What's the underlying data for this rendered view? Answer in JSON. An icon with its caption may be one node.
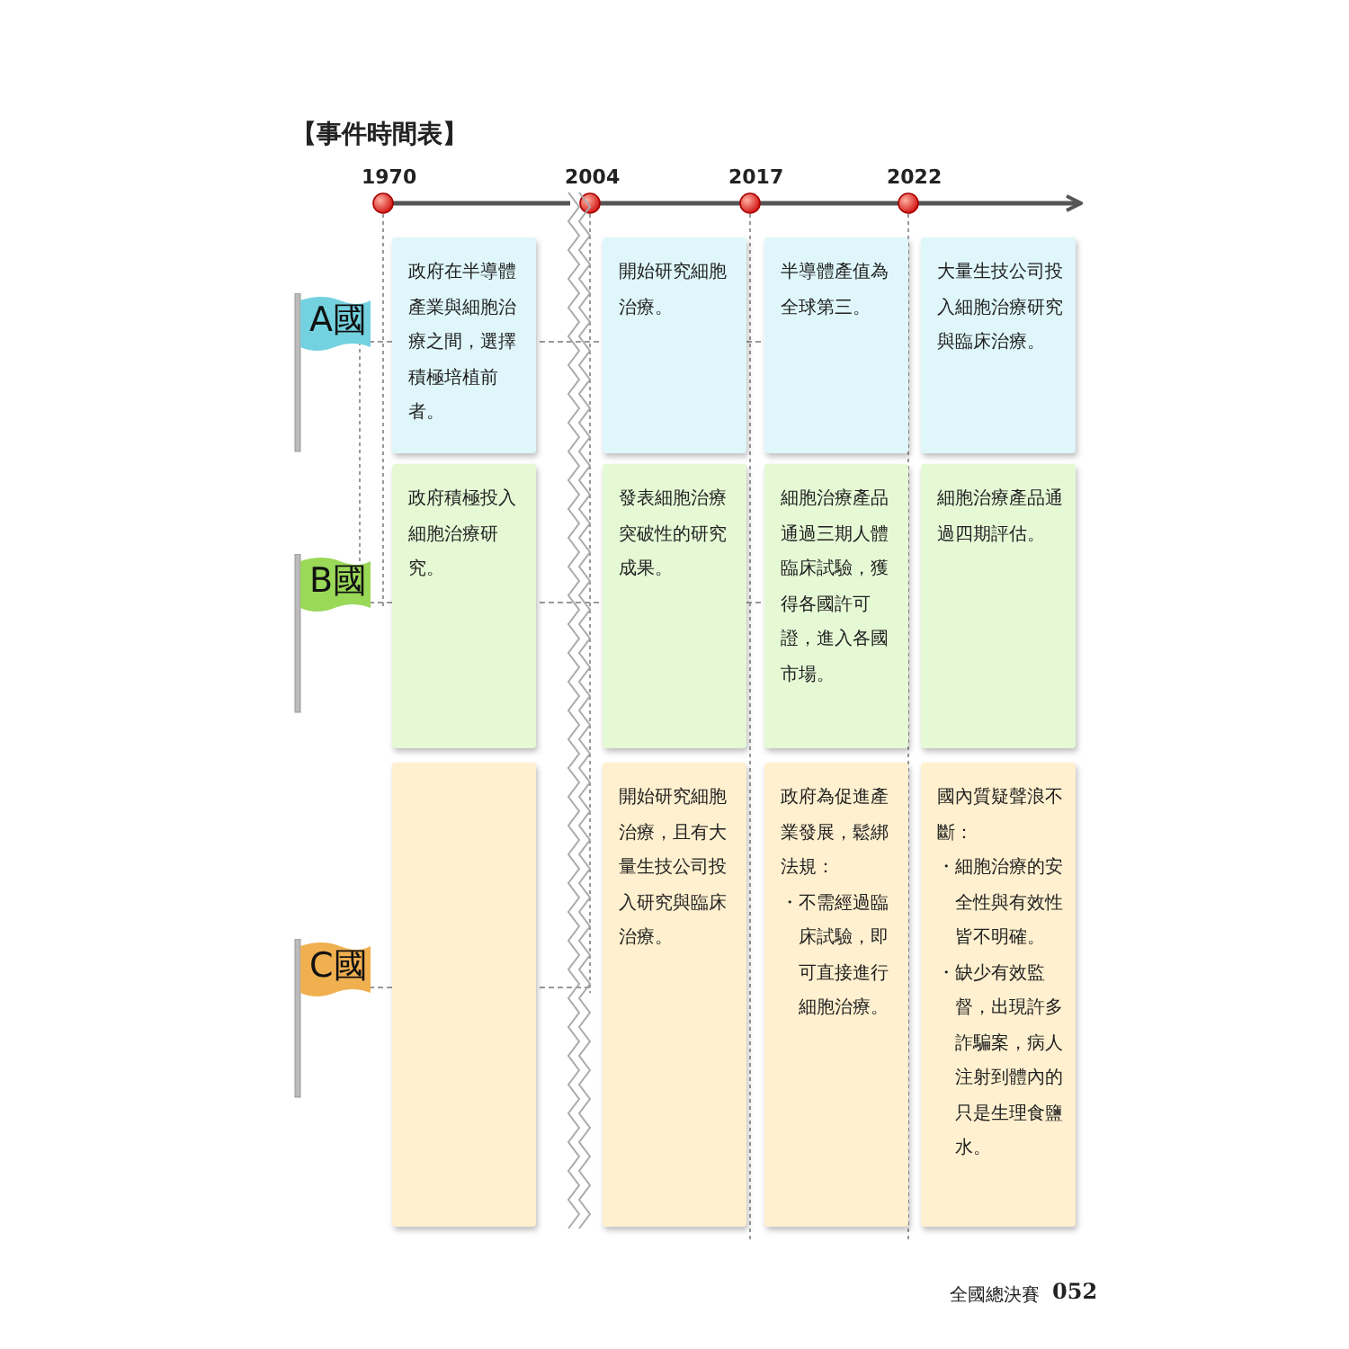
{
  "diagram": {
    "title": "【事件時間表】",
    "nodes": [
      {
        "text": [
          "A國"
        ]
      },
      {
        "text": [
          "B國"
        ]
      },
      {
        "text": [
          "C國"
        ]
      },
      {
        "text": [
          "政府在半導體產業與細胞治療之間，選擇積極培植前者。"
        ]
      },
      {
        "text": [
          "開始研究細胞治療。"
        ]
      },
      {
        "text": [
          "半導體產值為全球第三。"
        ]
      },
      {
        "text": [
          "大量生技公司投入細胞治療研究與臨床治療。"
        ]
      },
      {
        "text": [
          "政府積極投入細胞治療研究。"
        ]
      },
      {
        "text": [
          "發表細胞治療突破性的研究成果。"
        ]
      },
      {
        "text": [
          "細胞治療產品通過三期人體臨床試驗，獲得各國許可證，進入各國市場。"
        ]
      },
      {
        "text": [
          "細胞治療產品通過四期評估。"
        ]
      },
      {
        "text": [],
        "shape": "box"
      },
      {
        "text": [
          "開始研究細胞治療，且有大量生技公司投入研究與臨床治療。"
        ]
      },
      {
        "text": [
          "政府為促進產業發展，鬆綁法規：",
          "・不需經過臨床試驗，即可直接進行細胞治療。"
        ]
      },
      {
        "text": [
          "國內質疑聲浪不斷：",
          "・細胞治療的安全性與有效性皆不明確。",
          "・缺少有效監督，出現許多詐騙案，病人注射到體內的只是生理食鹽水。"
        ]
      }
    ],
    "labels": [
      "1970",
      "2004",
      "2017",
      "2022",
      "全國總決賽",
      "052"
    ]
  }
}
